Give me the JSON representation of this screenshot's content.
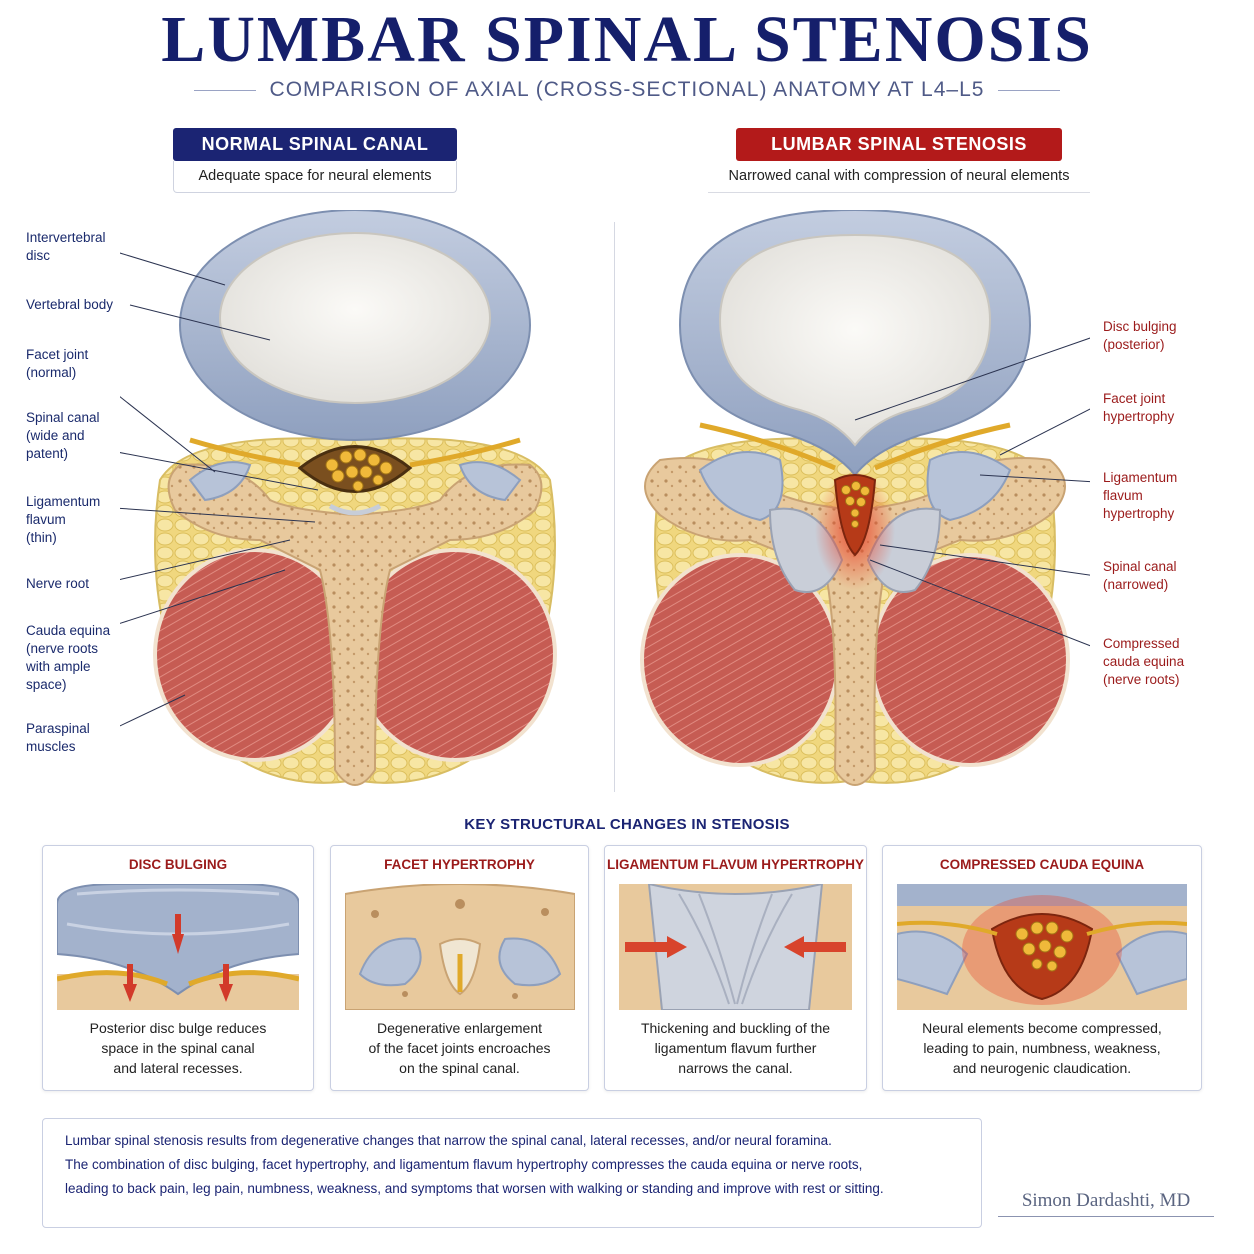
{
  "header": {
    "title": "LUMBAR SPINAL STENOSIS",
    "subtitle": "COMPARISON OF AXIAL (CROSS-SECTIONAL) ANATOMY AT L4–L5"
  },
  "panels": {
    "normal": {
      "heading": "NORMAL SPINAL CANAL",
      "subheading": "Adequate space for neural elements",
      "labels": {
        "disc_l1": "Intervertebral",
        "disc_l2": "disc",
        "body": "Vertebral body",
        "facet_l1": "Facet joint",
        "facet_l2": "(normal)",
        "canal_l1": "Spinal canal",
        "canal_l2": "(wide and",
        "canal_l3": "patent)",
        "lig_l1": "Ligamentum",
        "lig_l2": "flavum",
        "lig_l3": "(thin)",
        "root": "Nerve root",
        "cauda_l1": "Cauda equina",
        "cauda_l2": "(nerve roots",
        "cauda_l3": "with ample",
        "cauda_l4": "space)",
        "muscle_l1": "Paraspinal",
        "muscle_l2": "muscles"
      }
    },
    "stenosis": {
      "heading": "LUMBAR SPINAL STENOSIS",
      "subheading": "Narrowed canal with compression of neural elements",
      "labels": {
        "disc_l1": "Disc bulging",
        "disc_l2": "(posterior)",
        "facet_l1": "Facet joint",
        "facet_l2": "hypertrophy",
        "lig_l1": "Ligamentum",
        "lig_l2": "flavum",
        "lig_l3": "hypertrophy",
        "canal_l1": "Spinal canal",
        "canal_l2": "(narrowed)",
        "cauda_l1": "Compressed",
        "cauda_l2": "cauda equina",
        "cauda_l3": "(nerve roots)"
      }
    }
  },
  "key_changes": {
    "title": "KEY STRUCTURAL CHANGES IN STENOSIS",
    "cards": [
      {
        "title": "DISC BULGING",
        "line1": "Posterior disc bulge reduces",
        "line2": "space in the spinal canal",
        "line3": "and lateral recesses."
      },
      {
        "title": "FACET HYPERTROPHY",
        "line1": "Degenerative enlargement",
        "line2": "of the facet joints encroaches",
        "line3": "on the spinal canal."
      },
      {
        "title": "LIGAMENTUM FLAVUM HYPERTROPHY",
        "line1": "Thickening and buckling of the",
        "line2": "ligamentum flavum further",
        "line3": "narrows the canal."
      },
      {
        "title": "COMPRESSED CAUDA EQUINA",
        "line1": "Neural elements become compressed,",
        "line2": "leading to pain, numbness, weakness,",
        "line3": "and neurogenic claudication."
      }
    ]
  },
  "summary": {
    "line1": "Lumbar spinal stenosis results from degenerative changes that narrow the spinal canal, lateral recesses, and/or neural foramina.",
    "line2": "The combination of disc bulging, facet hypertrophy, and ligamentum flavum hypertrophy compresses the cauda equina or nerve roots,",
    "line3": "leading to back pain, leg pain, numbness, weakness, and symptoms that worsen with walking or standing and improve with rest or sitting."
  },
  "signature": "Simon Dardashti, MD",
  "colors": {
    "navy": "#1b2473",
    "red": "#b31a1a",
    "disc": "#a9b7cf",
    "bone": "#e7c89c",
    "muscle": "#c75a52",
    "fat": "#f3dc8a",
    "nerve": "#e0a92a"
  }
}
